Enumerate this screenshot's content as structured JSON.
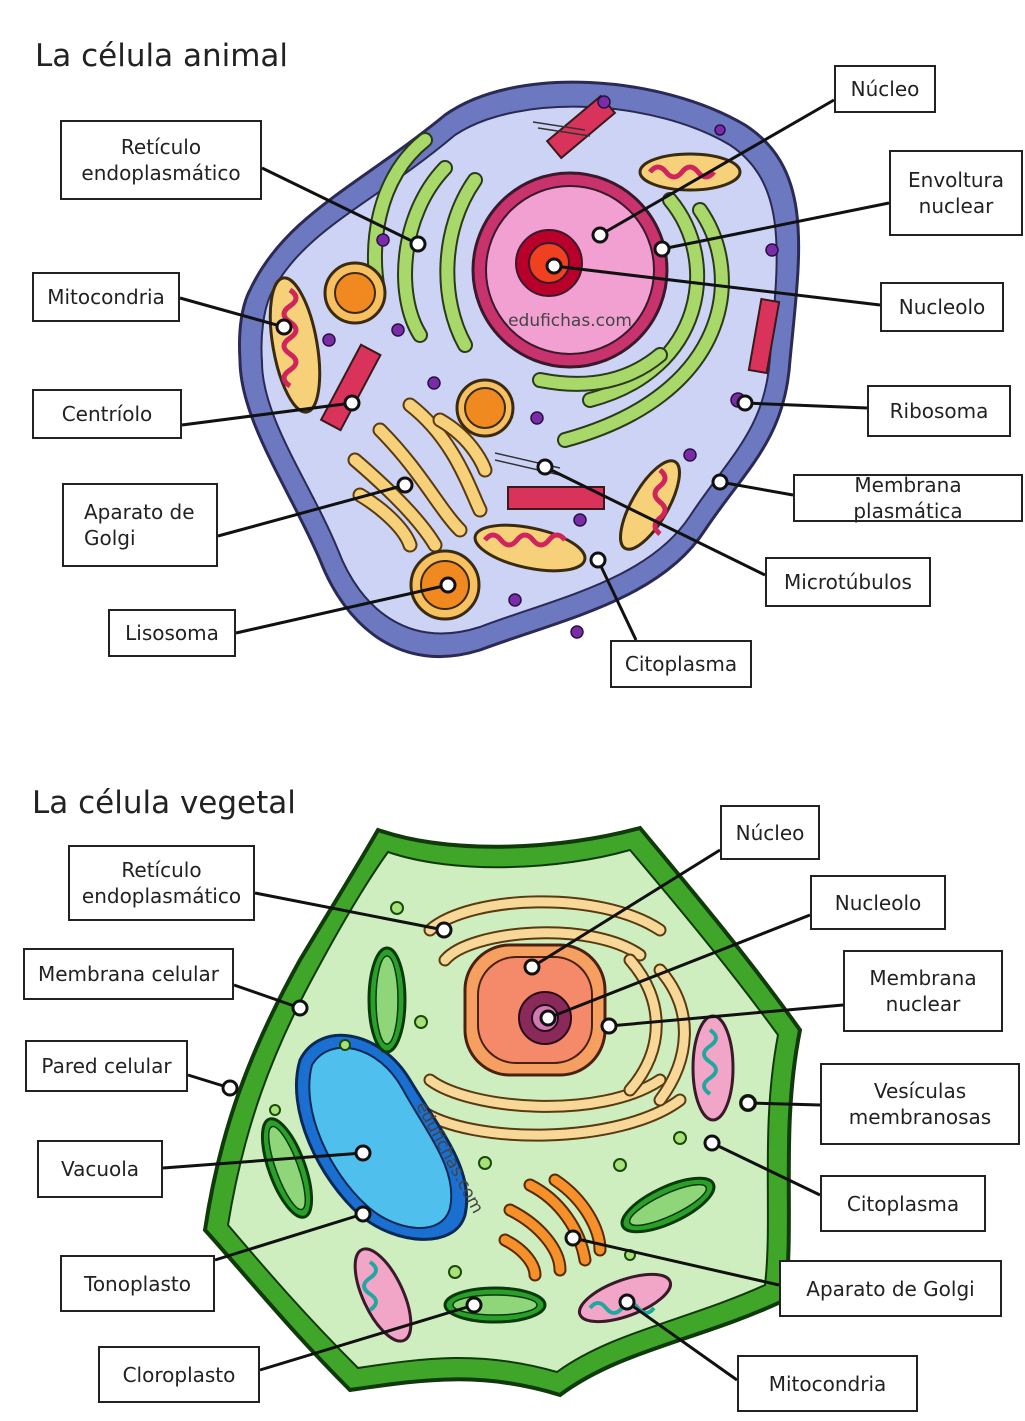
{
  "watermark": "edufichas.com",
  "animal": {
    "title": "La célula animal",
    "labels": {
      "reticulo": "Retículo\nendoplasmático",
      "mitocondria": "Mitocondria",
      "centriolo": "Centríolo",
      "golgi": "Aparato de\nGolgi",
      "lisosoma": "Lisosoma",
      "nucleo": "Núcleo",
      "envoltura": "Envoltura\nnuclear",
      "nucleolo": "Nucleolo",
      "ribosoma": "Ribosoma",
      "membrana": "Membrana plasmática",
      "microtubulos": "Microtúbulos",
      "citoplasma": "Citoplasma"
    }
  },
  "vegetal": {
    "title": "La célula vegetal",
    "labels": {
      "reticulo": "Retículo\nendoplasmático",
      "membrana_celular": "Membrana celular",
      "pared": "Pared celular",
      "vacuola": "Vacuola",
      "tonoplasto": "Tonoplasto",
      "cloroplasto": "Cloroplasto",
      "nucleo": "Núcleo",
      "nucleolo": "Nucleolo",
      "membrana_nuclear": "Membrana\nnuclear",
      "vesiculas": "Vesículas\nmembranosas",
      "citoplasma": "Citoplasma",
      "golgi": "Aparato de Golgi",
      "mitocondria": "Mitocondria"
    }
  },
  "colors": {
    "animal_membrane": "#6c78c0",
    "animal_cytoplasm": "#cdd3f5",
    "nucleus": "#f2a0d2",
    "envelope": "#c8336e",
    "er_green": "#a8d86a",
    "golgi_yellow": "#f7d07a",
    "mito_pink": "#e0457a",
    "plant_wall": "#3fa62a",
    "plant_cytoplasm": "#cfeec0",
    "vacuole": "#4fc0ee",
    "chloroplast": "#8fd67a"
  }
}
